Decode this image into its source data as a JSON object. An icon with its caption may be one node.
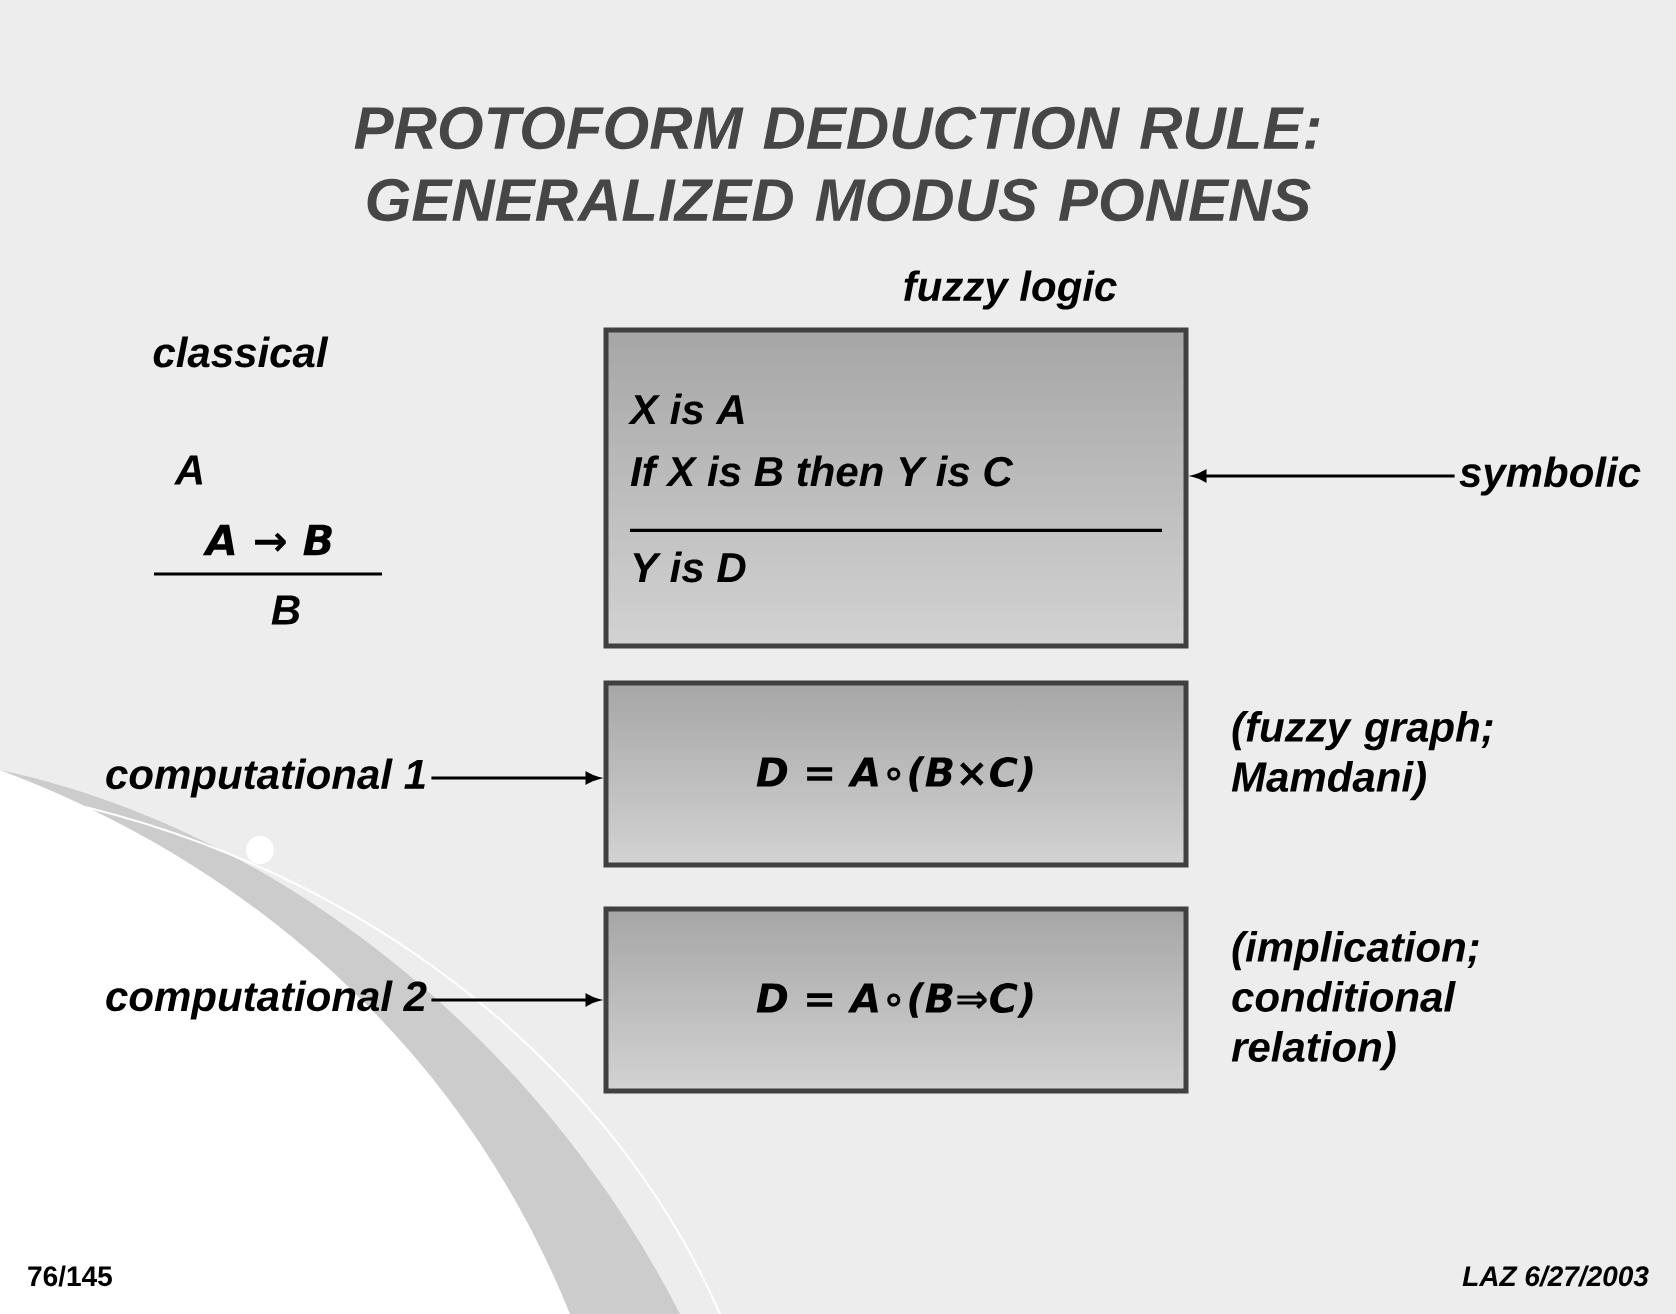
{
  "diagram": {
    "title": "PROTOFORM DEDUCTION RULE: GENERALIZED MODUS PONENS",
    "nodes": [
      {
        "text": [
          "fuzzy logic",
          "X is A",
          "If X is B then Y is C",
          "Y is D"
        ]
      },
      {
        "text": [
          "symbolic"
        ]
      },
      {
        "text": [
          "computational 1"
        ]
      },
      {
        "text": [
          "D = A∘(B×C)"
        ],
        "beside": [
          "(fuzzy graph; Mamdani)"
        ]
      },
      {
        "text": [
          "computational 2"
        ]
      },
      {
        "text": [
          "D = A∘(B⇒C)"
        ],
        "beside": [
          "(implication; conditional relation)"
        ]
      }
    ],
    "edges": [
      {
        "from": 1,
        "to": 0,
        "arrow": "to"
      },
      {
        "from": 2,
        "to": 3,
        "arrow": "to"
      },
      {
        "from": 4,
        "to": 5,
        "arrow": "to"
      }
    ],
    "labels": [
      "classical",
      "A",
      "A → B",
      "B",
      "76/145",
      "LAZ 6/27/2003"
    ]
  }
}
